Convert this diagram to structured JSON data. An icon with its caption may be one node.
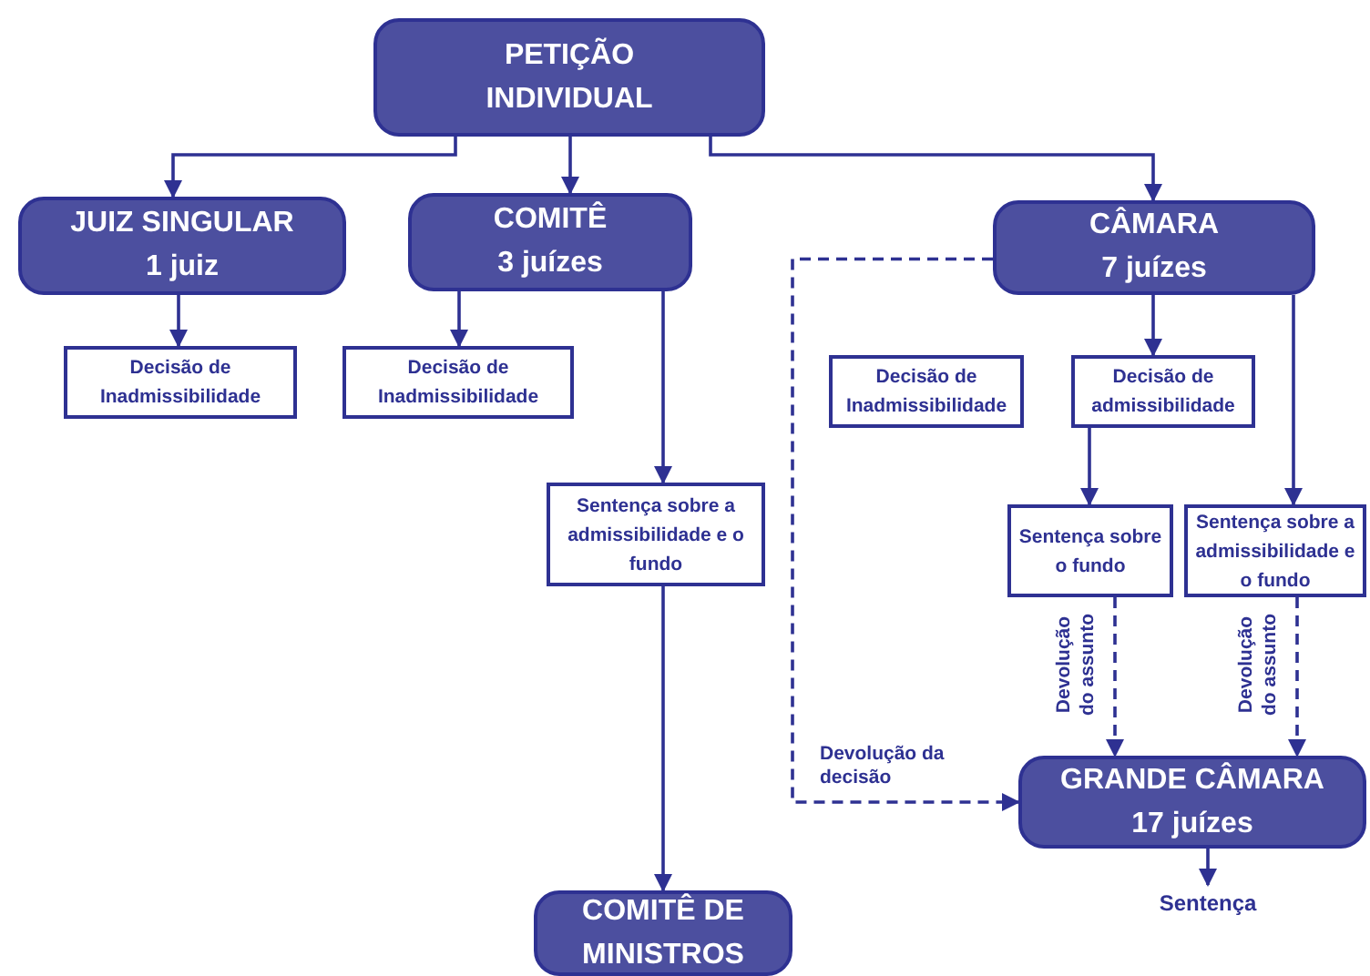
{
  "diagram": {
    "nodes": [
      {
        "text": [
          "PETIÇÃO INDIVIDUAL"
        ]
      },
      {
        "text": [
          "JUIZ SINGULAR",
          "1 juiz"
        ]
      },
      {
        "text": [
          "COMITÊ",
          "3 juízes"
        ]
      },
      {
        "text": [
          "CÂMARA",
          "7 juízes"
        ]
      },
      {
        "text": [
          "Decisão de Inadmissibilidade"
        ]
      },
      {
        "text": [
          "Decisão de Inadmissibilidade"
        ]
      },
      {
        "text": [
          "Sentença sobre a admissibilidade e o fundo"
        ]
      },
      {
        "text": [
          "Decisão de Inadmissibilidade"
        ]
      },
      {
        "text": [
          "Decisão de admissibilidade"
        ]
      },
      {
        "text": [
          "Sentença sobre o fundo"
        ]
      },
      {
        "text": [
          "Sentença sobre a admissibilidade e o fundo"
        ]
      },
      {
        "text": [
          "GRANDE CÂMARA",
          "17 juízes"
        ]
      },
      {
        "text": [
          "COMITÊ DE MINISTROS"
        ]
      },
      {
        "text": [
          "Sentença"
        ]
      }
    ],
    "edges": [
      {
        "from": 0,
        "to": 1,
        "arrow": "to"
      },
      {
        "from": 0,
        "to": 2,
        "arrow": "to"
      },
      {
        "from": 0,
        "to": 3,
        "arrow": "to"
      },
      {
        "from": 1,
        "to": 4,
        "arrow": "to"
      },
      {
        "from": 2,
        "to": 5,
        "arrow": "to"
      },
      {
        "from": 2,
        "to": 6,
        "arrow": "to"
      },
      {
        "from": 3,
        "to": 8,
        "arrow": "to"
      },
      {
        "from": 3,
        "to": 10,
        "arrow": "to"
      },
      {
        "from": 8,
        "to": 9,
        "arrow": "to"
      },
      {
        "from": 6,
        "to": 12,
        "arrow": "to"
      },
      {
        "from": 9,
        "to": 11,
        "arrow": "to",
        "style": "dashed",
        "label": "Devolução do assunto"
      },
      {
        "from": 10,
        "to": 11,
        "arrow": "to",
        "style": "dashed",
        "label": "Devolução do assunto"
      },
      {
        "from": 3,
        "to": 11,
        "arrow": "to",
        "style": "dashed",
        "label": "Devolução da decisão"
      },
      {
        "from": 11,
        "to": 13,
        "arrow": "to"
      }
    ]
  }
}
